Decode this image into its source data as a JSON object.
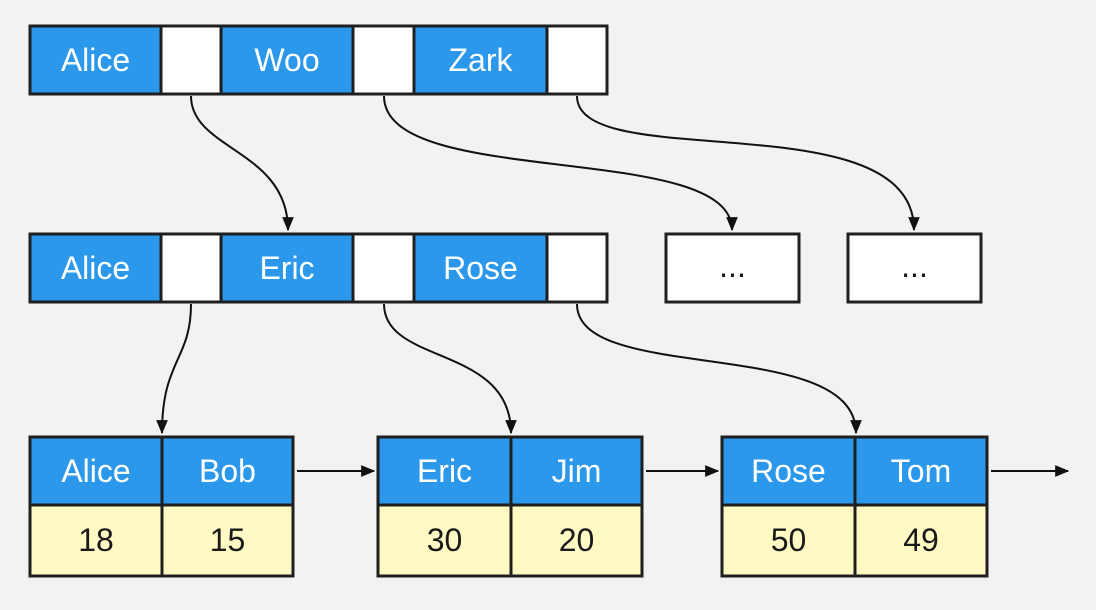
{
  "colors": {
    "background": "#f2f2f2",
    "key_fill": "#2b98ec",
    "pointer_fill": "#ffffff",
    "value_fill": "#fff9c4",
    "border": "#1f1f1f"
  },
  "root_node": {
    "keys": [
      "Alice",
      "Woo",
      "Zark"
    ]
  },
  "internal_node": {
    "keys": [
      "Alice",
      "Eric",
      "Rose"
    ]
  },
  "placeholder_nodes": [
    "...",
    "..."
  ],
  "leaf_nodes": [
    {
      "keys": [
        "Alice",
        "Bob"
      ],
      "values": [
        "18",
        "15"
      ]
    },
    {
      "keys": [
        "Eric",
        "Jim"
      ],
      "values": [
        "30",
        "20"
      ]
    },
    {
      "keys": [
        "Rose",
        "Tom"
      ],
      "values": [
        "50",
        "49"
      ]
    }
  ]
}
